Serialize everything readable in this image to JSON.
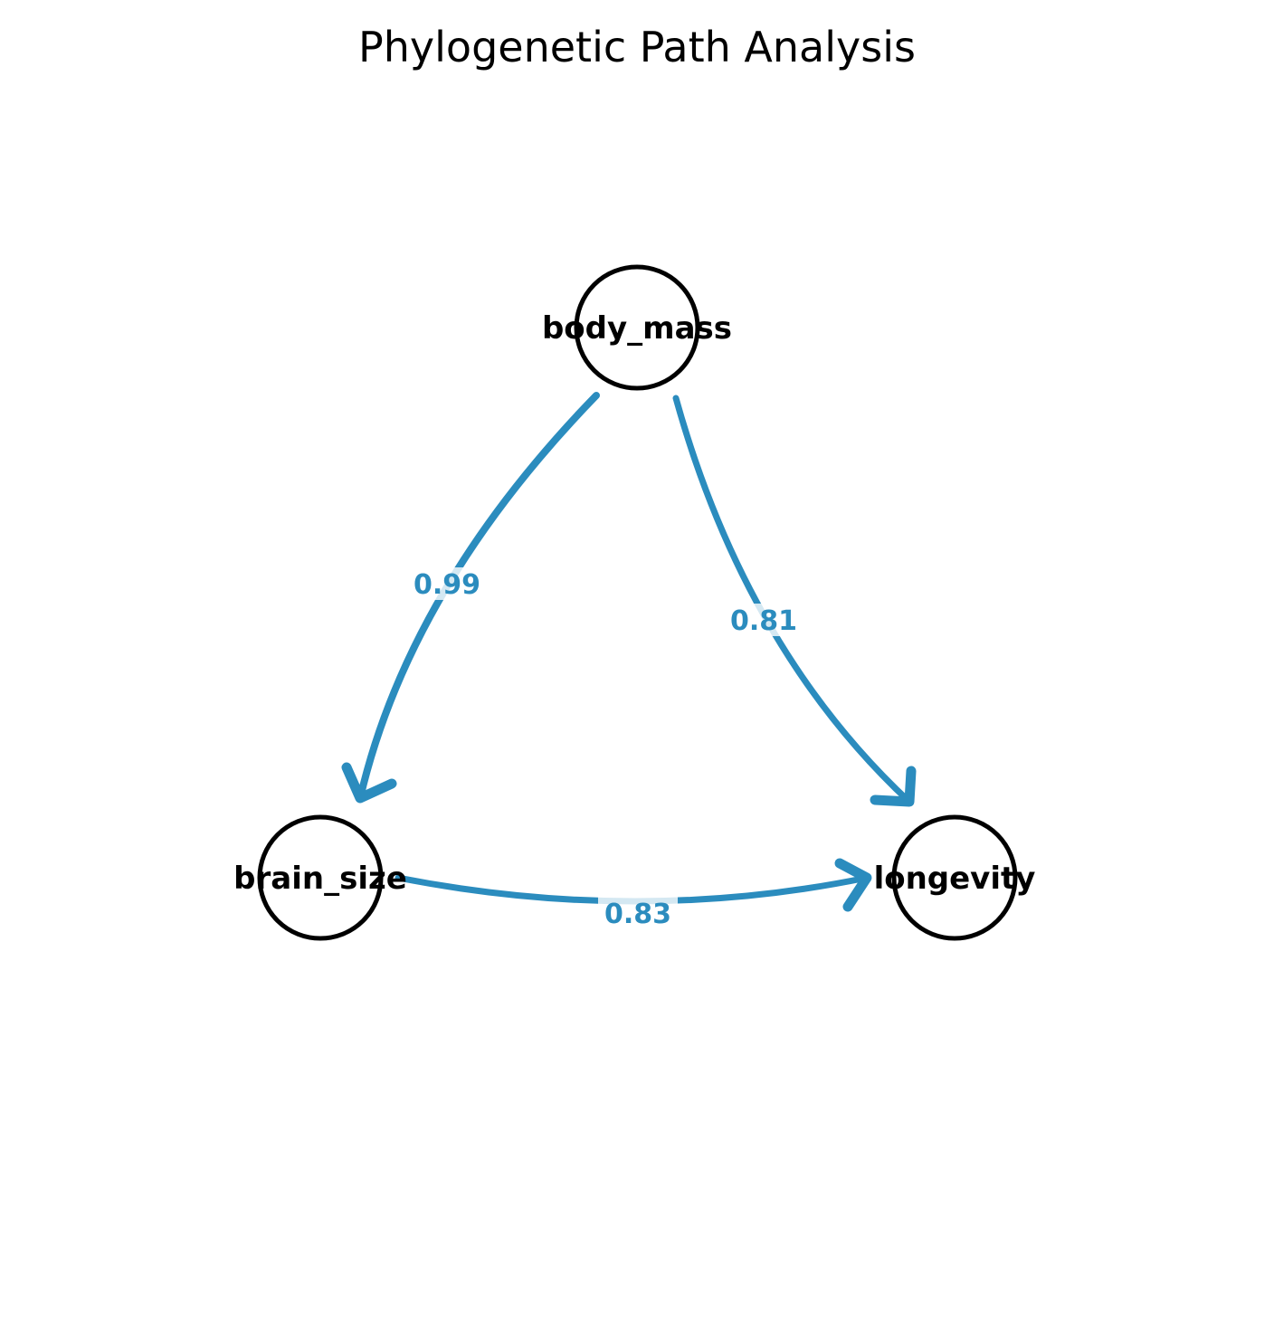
{
  "title": "Phylogenetic Path Analysis",
  "colors": {
    "edge": "#2b8cbe",
    "node_stroke": "#000000",
    "label_bg": "#ffffff"
  },
  "nodes": [
    {
      "id": "body_mass",
      "label": "body_mass"
    },
    {
      "id": "brain_size",
      "label": "brain_size"
    },
    {
      "id": "longevity",
      "label": "longevity"
    }
  ],
  "edges": [
    {
      "from": "body_mass",
      "to": "brain_size",
      "weight": "0.99"
    },
    {
      "from": "body_mass",
      "to": "longevity",
      "weight": "0.81"
    },
    {
      "from": "brain_size",
      "to": "longevity",
      "weight": "0.83"
    }
  ]
}
